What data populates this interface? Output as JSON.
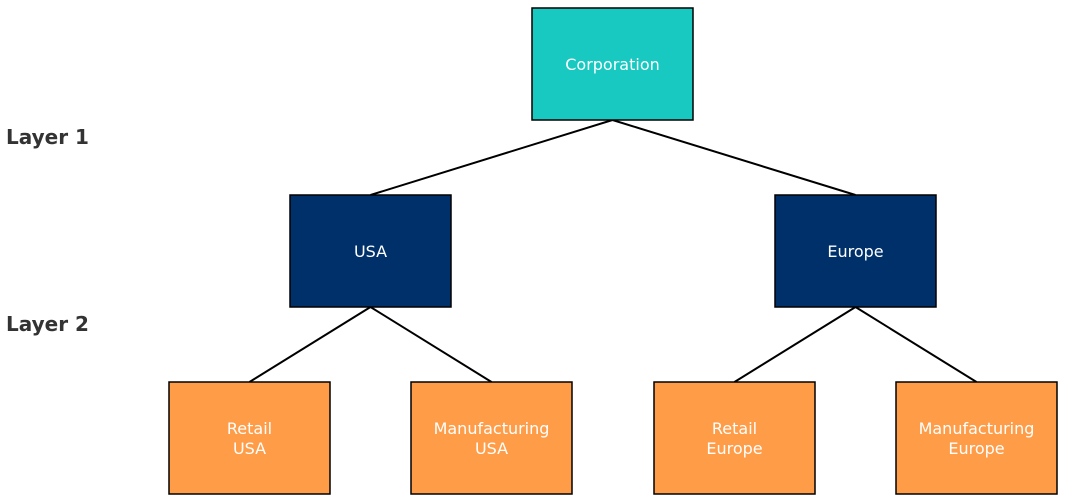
{
  "layers": [
    {
      "label": "Layer 1"
    },
    {
      "label": "Layer 2"
    }
  ],
  "colors": {
    "root": "#17C9C0",
    "region": "#00306A",
    "unit": "#FF9C47",
    "edge": "#000000",
    "node_text": "#FFFFFF",
    "layer_text": "#333333"
  },
  "nodes": [
    {
      "id": "corporation",
      "lines": [
        "Corporation"
      ],
      "level": "root"
    },
    {
      "id": "usa",
      "lines": [
        "USA"
      ],
      "level": "region",
      "parent": "corporation"
    },
    {
      "id": "europe",
      "lines": [
        "Europe"
      ],
      "level": "region",
      "parent": "corporation"
    },
    {
      "id": "retail-usa",
      "lines": [
        "Retail",
        "USA"
      ],
      "level": "unit",
      "parent": "usa"
    },
    {
      "id": "manufacturing-usa",
      "lines": [
        "Manufacturing",
        "USA"
      ],
      "level": "unit",
      "parent": "usa"
    },
    {
      "id": "retail-europe",
      "lines": [
        "Retail",
        "Europe"
      ],
      "level": "unit",
      "parent": "europe"
    },
    {
      "id": "manufacturing-europe",
      "lines": [
        "Manufacturing",
        "Europe"
      ],
      "level": "unit",
      "parent": "europe"
    }
  ]
}
